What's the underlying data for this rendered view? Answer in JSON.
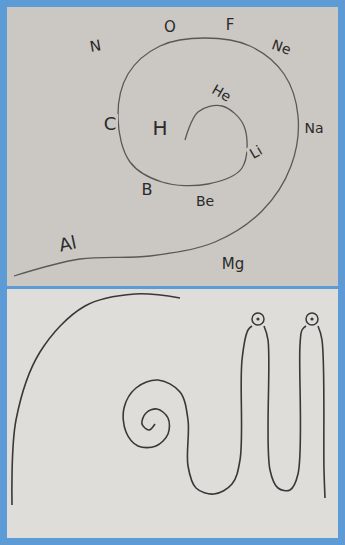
{
  "diagram": {
    "labels": [
      "H",
      "He",
      "Li",
      "Be",
      "B",
      "C",
      "N",
      "O",
      "F",
      "Ne",
      "Na",
      "Mg",
      "Al"
    ]
  }
}
